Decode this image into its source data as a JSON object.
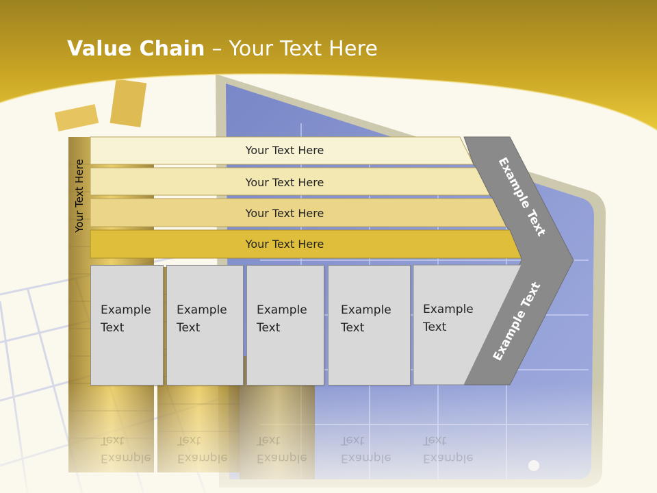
{
  "title": {
    "bold": "Value Chain",
    "rest": " – Your Text Here"
  },
  "side_label": "Your Text Here",
  "rows": [
    {
      "label": "Your Text Here",
      "fill": "#f9f3d6"
    },
    {
      "label": "Your Text Here",
      "fill": "#f3e7b2"
    },
    {
      "label": "Your Text Here",
      "fill": "#ead588"
    },
    {
      "label": "Your Text Here",
      "fill": "#dfbe3c"
    }
  ],
  "boxes": [
    {
      "line1": "Example",
      "line2": "Text"
    },
    {
      "line1": "Example",
      "line2": "Text"
    },
    {
      "line1": "Example",
      "line2": "Text"
    },
    {
      "line1": "Example",
      "line2": "Text"
    },
    {
      "line1": "Example",
      "line2": "Text"
    }
  ],
  "chevron": {
    "upper_label": "Example Text",
    "lower_label": "Example Text",
    "fill": "#8a8a8a"
  },
  "colors": {
    "header_gold": "#c9a227",
    "accent": "#dfbe3c"
  }
}
